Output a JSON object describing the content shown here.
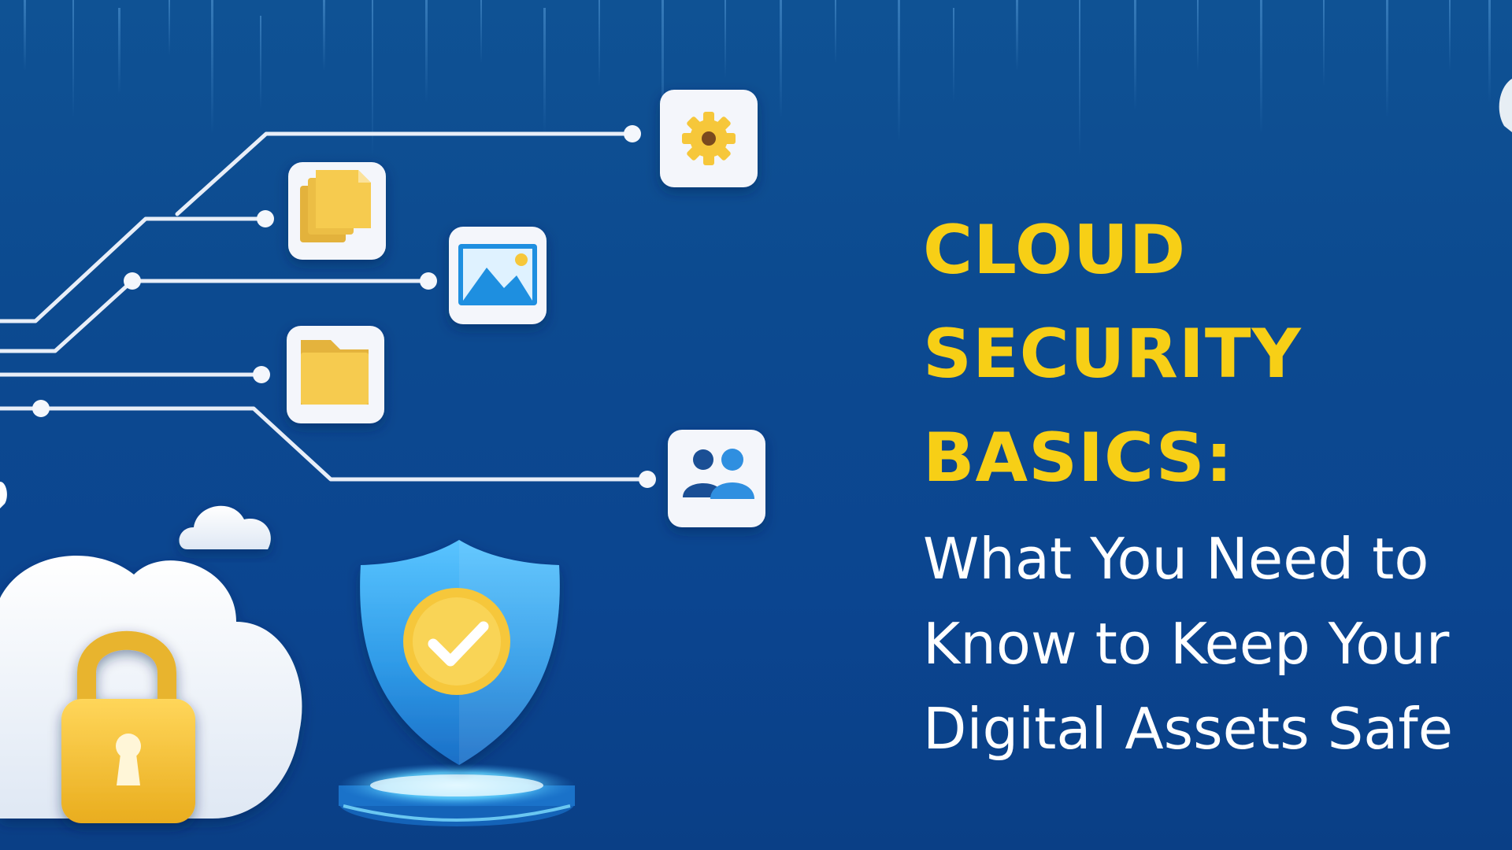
{
  "hero": {
    "title_lines": [
      "CLOUD",
      "SECURITY",
      "BASICS:"
    ],
    "subtitle_lines": [
      "What You Need to",
      "Know to Keep Your",
      "Digital Assets Safe"
    ]
  },
  "colors": {
    "background": "#0c4a90",
    "title": "#f7cf16",
    "subtitle": "#ffffff",
    "accent_yellow": "#f6c73a",
    "tile": "#f4f6fb",
    "circuit_line": "#e8eef8",
    "glow": "#5fd3ff"
  },
  "icons": [
    "gear-icon",
    "documents-icon",
    "image-icon",
    "folder-icon",
    "users-icon",
    "cloud-icon",
    "padlock-icon",
    "shield-check-icon"
  ]
}
